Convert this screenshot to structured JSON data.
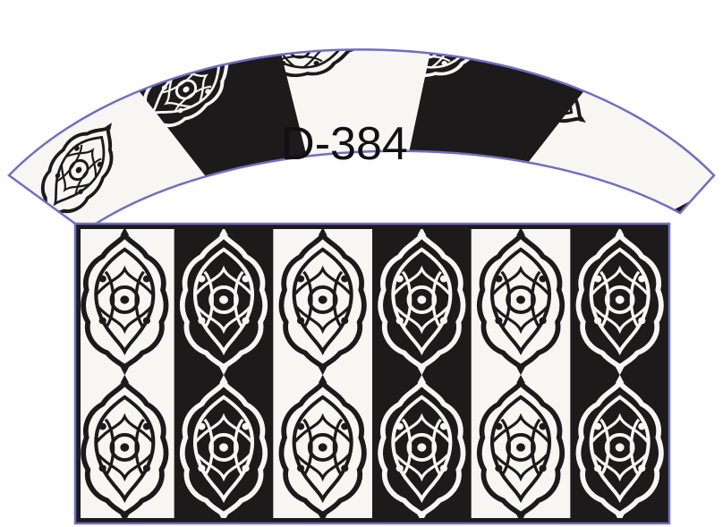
{
  "design": {
    "code": "D-384",
    "colors": {
      "dark": "#1c1a1b",
      "light": "#f7f6f3",
      "outline": "#6f6fc0",
      "background": "#ffffff"
    },
    "arch": {
      "panel_count": 6,
      "panel_shading": [
        "light",
        "dark",
        "light",
        "dark",
        "light",
        "dark"
      ],
      "motif_icon": "lobed-medallion-ornament-icon"
    },
    "frame": {
      "column_count": 6,
      "motifs_per_column": 2,
      "column_shading": [
        "light",
        "dark",
        "light",
        "dark",
        "light",
        "dark"
      ],
      "motif_icon": "lobed-medallion-ornament-icon"
    }
  }
}
